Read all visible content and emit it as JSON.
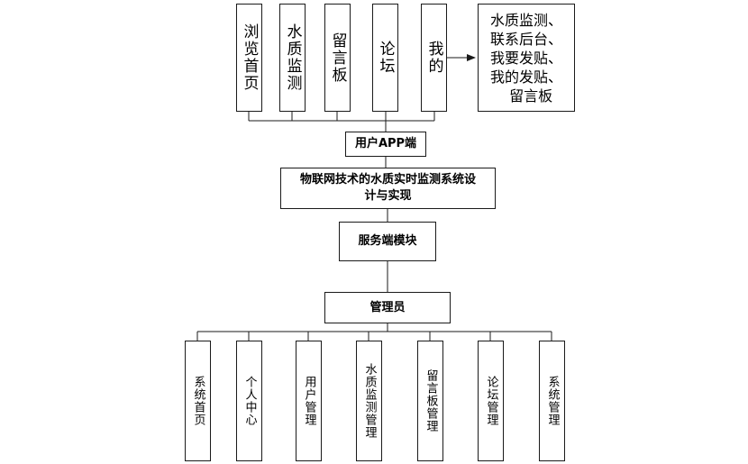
{
  "top_nodes": [
    {
      "label": "浏览首页"
    },
    {
      "label": "水质监测"
    },
    {
      "label": "留言板"
    },
    {
      "label": "论坛"
    },
    {
      "label": "我的"
    }
  ],
  "mine_detail": "水质监测、\n联系后台、\n我要发贴、\n我的发贴、\n  留言板",
  "app_node": "用户APP端",
  "system_node": "物联网技术的水质实时监测系统设\n计与实现",
  "server_node": "服务端模块",
  "admin_node": "管理员",
  "bottom_nodes": [
    {
      "label": "系统首页"
    },
    {
      "label": "个人中心"
    },
    {
      "label": "用户管理"
    },
    {
      "label": "水质监测管理"
    },
    {
      "label": "留言板管理"
    },
    {
      "label": "论坛管理"
    },
    {
      "label": "系统管理"
    }
  ]
}
